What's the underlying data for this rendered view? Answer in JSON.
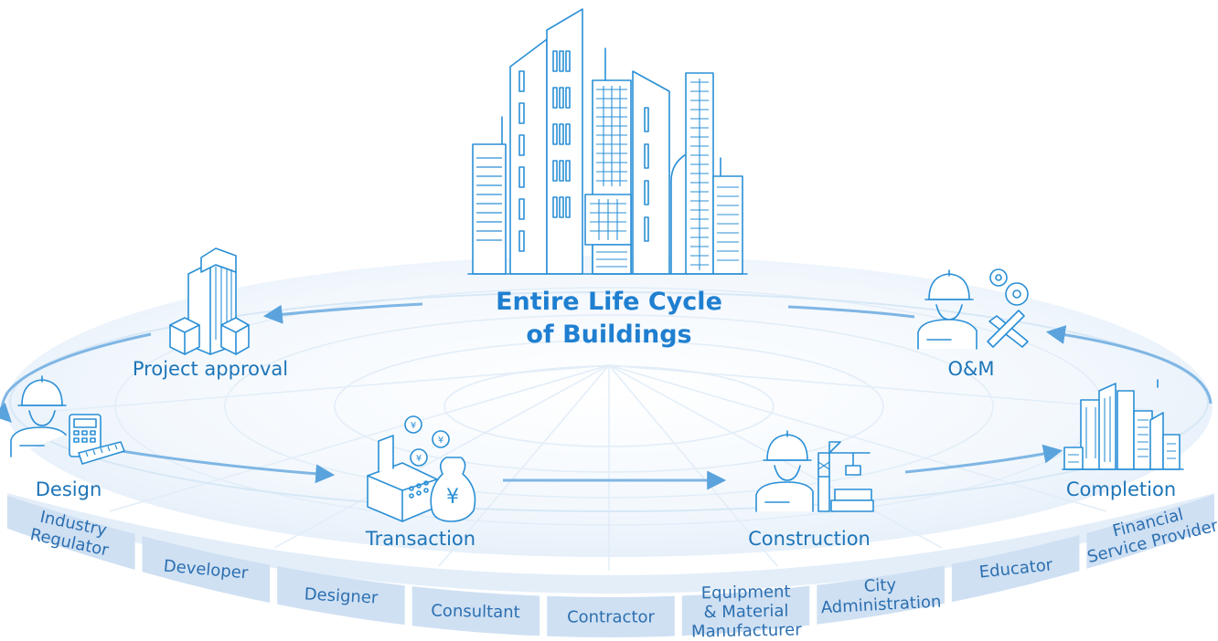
{
  "center_title": {
    "line1": "Entire Life Cycle",
    "line2": "of Buildings"
  },
  "stages": {
    "project_approval": "Project approval",
    "design": "Design",
    "transaction": "Transaction",
    "construction": "Construction",
    "completion": "Completion",
    "om": "O&M"
  },
  "participants": [
    {
      "lines": [
        "Industry",
        "Regulator"
      ]
    },
    {
      "lines": [
        "Developer"
      ]
    },
    {
      "lines": [
        "Designer"
      ]
    },
    {
      "lines": [
        "Consultant"
      ]
    },
    {
      "lines": [
        "Contractor"
      ]
    },
    {
      "lines": [
        "Equipment",
        "& Material",
        "Manufacturer"
      ]
    },
    {
      "lines": [
        "City",
        "Administration"
      ]
    },
    {
      "lines": [
        "Educator"
      ]
    },
    {
      "lines": [
        "Financial",
        "Service Provider"
      ]
    }
  ],
  "colors": {
    "accent": "#1f7fd0",
    "segment_fill": "#cfe0f3",
    "arrow": "#7fb6e4"
  }
}
